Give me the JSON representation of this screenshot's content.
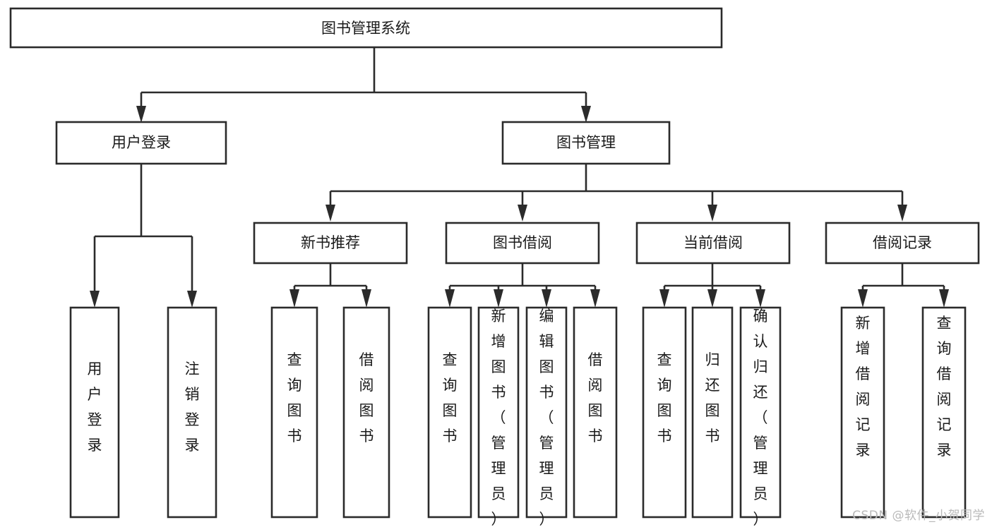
{
  "diagram": {
    "title": "图书管理系统",
    "type": "hierarchy-tree",
    "watermark": "CSDN @软件_小贺同学",
    "colors": {
      "box_stroke": "#2b2b2b",
      "box_fill": "#ffffff",
      "text": "#1a1a1a",
      "background": "#ffffff",
      "watermark": "#b9b9b9"
    },
    "root": {
      "label": "图书管理系统"
    },
    "level2": [
      {
        "label": "用户登录"
      },
      {
        "label": "图书管理"
      }
    ],
    "level3": [
      {
        "label": "新书推荐"
      },
      {
        "label": "图书借阅"
      },
      {
        "label": "当前借阅"
      },
      {
        "label": "借阅记录"
      }
    ],
    "leaves": {
      "user_login": [
        {
          "label": "用户登录"
        },
        {
          "label": "注销登录"
        }
      ],
      "new_book_recommend": [
        {
          "label": "查询图书"
        },
        {
          "label": "借阅图书"
        }
      ],
      "book_borrow": [
        {
          "label": "查询图书"
        },
        {
          "label": "新增图书（管理员）"
        },
        {
          "label": "编辑图书（管理员）"
        },
        {
          "label": "借阅图书"
        }
      ],
      "current_borrow": [
        {
          "label": "查询图书"
        },
        {
          "label": "归还图书"
        },
        {
          "label": "确认归还（管理员）"
        }
      ],
      "borrow_record": [
        {
          "label": "新增借阅记录"
        },
        {
          "label": "查询借阅记录"
        }
      ]
    }
  }
}
